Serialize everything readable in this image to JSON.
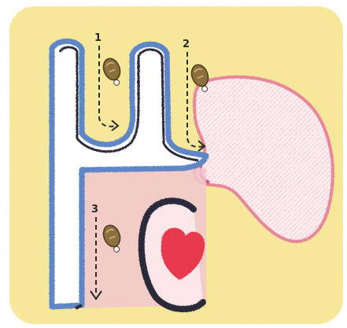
{
  "steps": [
    {
      "number": "1",
      "icon": "tracing-pencil-icon",
      "direction": "down-then-right"
    },
    {
      "number": "2",
      "icon": "tracing-pencil-icon",
      "direction": "down-then-right"
    },
    {
      "number": "3",
      "icon": "tracing-pencil-icon",
      "direction": "down"
    }
  ],
  "colors": {
    "background_card": "#f7e79a",
    "outline_blue": "#5f86c7",
    "outline_dark": "#2c2c3a",
    "letter_fill": "#ffffff",
    "pink_body": "#f3c7cf",
    "pink_tongue_edge": "#e7879a",
    "red_heart": "#e8394c",
    "pencil_brown": "#8b6f3d"
  }
}
